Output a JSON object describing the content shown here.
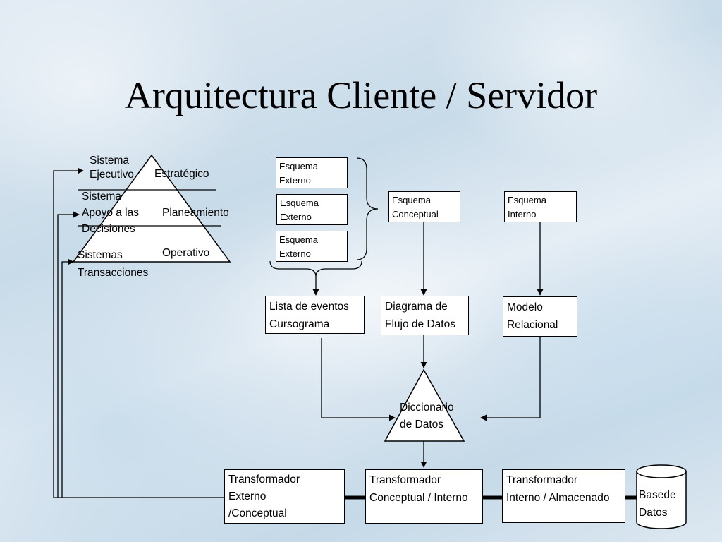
{
  "title": "Arquitectura Cliente / Servidor",
  "pyramid": {
    "level_top": {
      "name_lines": [
        "Sistema",
        "Ejecutivo"
      ],
      "tier": "Estratégico"
    },
    "level_mid": {
      "name_lines": [
        "Sistema",
        "Apoyo a las",
        "Decisiones"
      ],
      "tier": "Planeamiento"
    },
    "level_bottom": {
      "name_lines": [
        "Sistemas",
        "Transacciones"
      ],
      "tier": "Operativo"
    }
  },
  "external_schemas": [
    {
      "lines": [
        "Esquema",
        "Externo"
      ]
    },
    {
      "lines": [
        "Esquema",
        "Externo"
      ]
    },
    {
      "lines": [
        "Esquema",
        "Externo"
      ]
    }
  ],
  "conceptual_schema": {
    "lines": [
      "Esquema",
      "Conceptual"
    ]
  },
  "internal_schema": {
    "lines": [
      "Esquema",
      "Interno"
    ]
  },
  "events_list": {
    "lines": [
      "Lista de eventos",
      "Cursograma"
    ]
  },
  "data_flow_diagram": {
    "lines": [
      "Diagrama de",
      "Flujo de Datos"
    ]
  },
  "relational_model": {
    "lines": [
      "Modelo",
      "Relacional"
    ]
  },
  "data_dictionary": {
    "lines": [
      "Diccionario",
      "de Datos"
    ]
  },
  "transformers": [
    {
      "lines": [
        "Transformador",
        " Externo",
        "/Conceptual"
      ]
    },
    {
      "lines": [
        "Transformador",
        "Conceptual / Interno"
      ]
    },
    {
      "lines": [
        "Transformador",
        "Interno / Almacenado"
      ]
    }
  ],
  "database": {
    "lines": [
      "Basede",
      "Datos"
    ]
  }
}
